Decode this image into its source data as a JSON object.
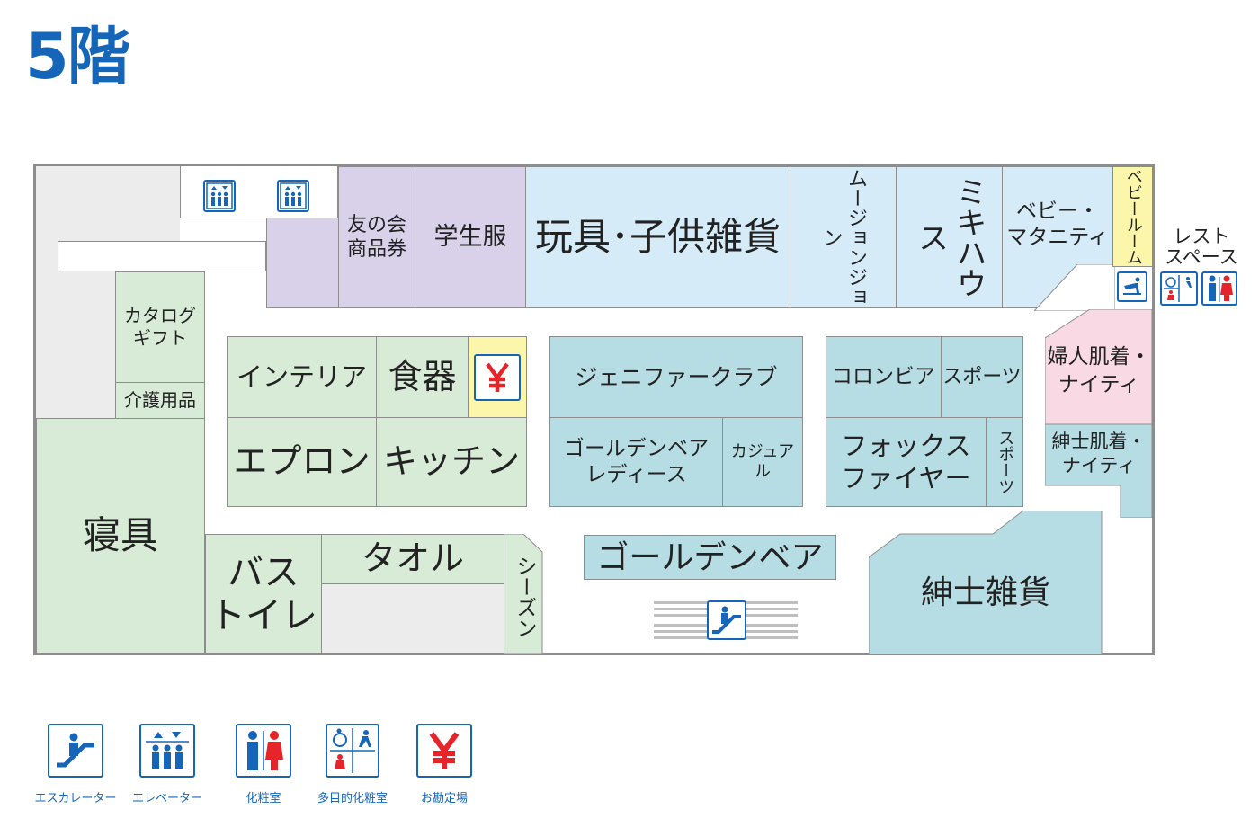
{
  "floor": {
    "title": "5階"
  },
  "rooms": {
    "tomonokai": "友の会\n商品券",
    "gakuseifuku": "学生服",
    "toys": "玩具･子供雑貨",
    "muji": "ムージョンジョン",
    "miki": "ミキハウス",
    "baby_maternity": "ベビー・\nマタニティ",
    "baby_room": "ベビールーム",
    "rest_space": "レスト\nスペース",
    "catalog": "カタログ\nギフト",
    "kaigo": "介護用品",
    "interior": "インテリア",
    "shokki": "食器",
    "apron": "エプロン",
    "kitchen": "キッチン",
    "jenny": "ジェニファークラブ",
    "golden_ladies": "ゴールデンベア\nレディース",
    "casual": "カジュアル",
    "columbia": "コロンビア",
    "sports1": "スポーツ",
    "fox": "フォックス\nファイヤー",
    "sports2": "スポーツ",
    "fujin": "婦人肌着・\nナイティ",
    "shinshi_inner": "紳士肌着・\nナイティ",
    "shingu": "寝具",
    "bath": "バス\nトイレ",
    "towel": "タオル",
    "season": "シーズン",
    "golden_bear": "ゴールデンベア",
    "shinshi_zakka": "紳士雑貨"
  },
  "legend": {
    "escalator": "エスカレーター",
    "elevator": "エレベーター",
    "restroom": "化粧室",
    "multi_restroom": "多目的化粧室",
    "cashier": "お勘定場"
  },
  "icons": {
    "escalator": "escalator-icon",
    "elevator": "elevator-icon",
    "restroom": "restroom-icon",
    "multi_restroom": "multipurpose-restroom-icon",
    "cashier": "yen-icon",
    "nursing": "nursing-icon"
  },
  "colors": {
    "brand_blue": "#1566b8",
    "yen_red": "#e5252a",
    "female_red": "#e5252a"
  }
}
